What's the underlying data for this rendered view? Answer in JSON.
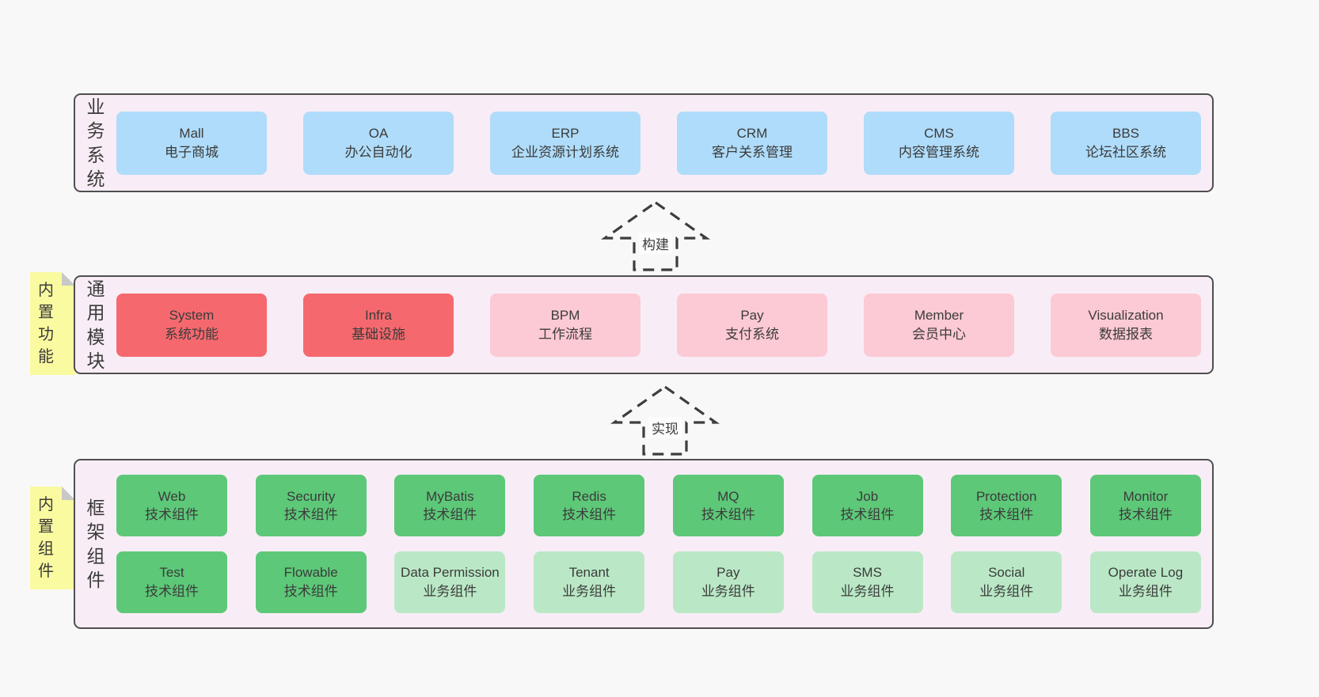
{
  "colors": {
    "page_background": "#f8f8f8",
    "layer_background": "#f8edf6",
    "layer_border": "#4f4f4f",
    "box_blue": "#afdcfa",
    "box_red": "#f5696e",
    "box_pink": "#fccad4",
    "box_green": "#5dc878",
    "box_green_light": "#bae8c6",
    "sticky_yellow": "#fafaa0",
    "sticky_fold": "#c8c8c8",
    "text": "#3b3b3b"
  },
  "arrows": [
    {
      "label": "构建"
    },
    {
      "label": "实现"
    }
  ],
  "layers": [
    {
      "id": "business-systems",
      "label": "业务系统",
      "sticky": null,
      "rows": [
        [
          {
            "title": "Mall",
            "subtitle": "电子商城",
            "variant": "blue"
          },
          {
            "title": "OA",
            "subtitle": "办公自动化",
            "variant": "blue"
          },
          {
            "title": "ERP",
            "subtitle": "企业资源计划系统",
            "variant": "blue"
          },
          {
            "title": "CRM",
            "subtitle": "客户关系管理",
            "variant": "blue"
          },
          {
            "title": "CMS",
            "subtitle": "内容管理系统",
            "variant": "blue"
          },
          {
            "title": "BBS",
            "subtitle": "论坛社区系统",
            "variant": "blue"
          }
        ]
      ]
    },
    {
      "id": "common-modules",
      "label": "通用模块",
      "sticky": "内置功能",
      "rows": [
        [
          {
            "title": "System",
            "subtitle": "系统功能",
            "variant": "red"
          },
          {
            "title": "Infra",
            "subtitle": "基础设施",
            "variant": "red"
          },
          {
            "title": "BPM",
            "subtitle": "工作流程",
            "variant": "pink"
          },
          {
            "title": "Pay",
            "subtitle": "支付系统",
            "variant": "pink"
          },
          {
            "title": "Member",
            "subtitle": "会员中心",
            "variant": "pink"
          },
          {
            "title": "Visualization",
            "subtitle": "数据报表",
            "variant": "pink"
          }
        ]
      ]
    },
    {
      "id": "framework-components",
      "label": "框架组件",
      "sticky": "内置组件",
      "rows": [
        [
          {
            "title": "Web",
            "subtitle": "技术组件",
            "variant": "green"
          },
          {
            "title": "Security",
            "subtitle": "技术组件",
            "variant": "green"
          },
          {
            "title": "MyBatis",
            "subtitle": "技术组件",
            "variant": "green"
          },
          {
            "title": "Redis",
            "subtitle": "技术组件",
            "variant": "green"
          },
          {
            "title": "MQ",
            "subtitle": "技术组件",
            "variant": "green"
          },
          {
            "title": "Job",
            "subtitle": "技术组件",
            "variant": "green"
          },
          {
            "title": "Protection",
            "subtitle": "技术组件",
            "variant": "green"
          },
          {
            "title": "Monitor",
            "subtitle": "技术组件",
            "variant": "green"
          }
        ],
        [
          {
            "title": "Test",
            "subtitle": "技术组件",
            "variant": "green"
          },
          {
            "title": "Flowable",
            "subtitle": "技术组件",
            "variant": "green"
          },
          {
            "title": "Data Permission",
            "subtitle": "业务组件",
            "variant": "green-light"
          },
          {
            "title": "Tenant",
            "subtitle": "业务组件",
            "variant": "green-light"
          },
          {
            "title": "Pay",
            "subtitle": "业务组件",
            "variant": "green-light"
          },
          {
            "title": "SMS",
            "subtitle": "业务组件",
            "variant": "green-light"
          },
          {
            "title": "Social",
            "subtitle": "业务组件",
            "variant": "green-light"
          },
          {
            "title": "Operate Log",
            "subtitle": "业务组件",
            "variant": "green-light"
          }
        ]
      ]
    }
  ]
}
